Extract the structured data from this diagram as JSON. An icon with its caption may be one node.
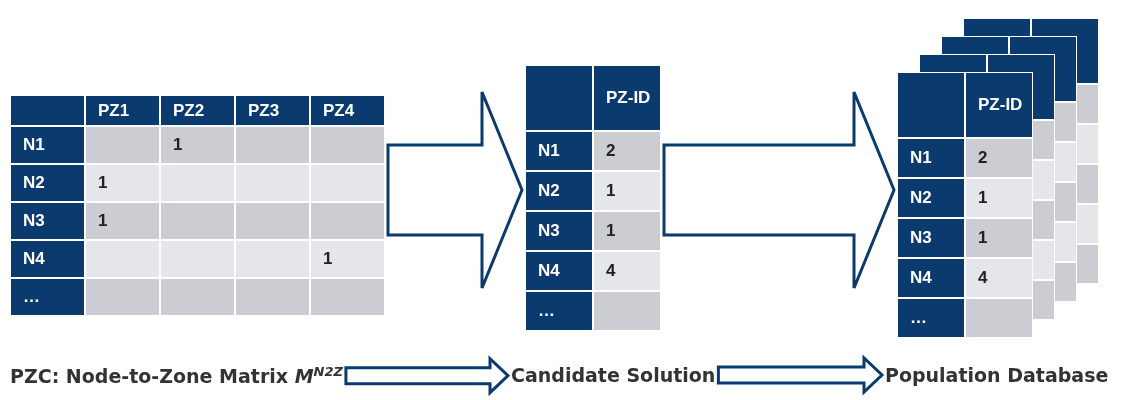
{
  "diagram": {
    "nodes": [
      {
        "text": [
          "PZ1",
          "PZ2",
          "PZ3",
          "PZ4",
          "N1",
          "1",
          "N2",
          "1",
          "N3",
          "1",
          "N4",
          "1",
          "…"
        ]
      },
      {
        "text": [
          "PZ-ID",
          "N1",
          "2",
          "N2",
          "1",
          "N3",
          "1",
          "N4",
          "4",
          "…"
        ]
      },
      {
        "text": [
          "PZ-ID",
          "N1",
          "2",
          "N2",
          "1",
          "N3",
          "1",
          "N4",
          "4",
          "…"
        ]
      },
      {
        "text": [
          "PZC: Node-to-Zone Matrix *M*$^{N2Z}$"
        ]
      },
      {
        "text": [
          "Candidate Solution"
        ]
      },
      {
        "text": [
          "Population Database"
        ]
      }
    ],
    "edges": [
      {
        "from": 0,
        "to": 1,
        "arrow": "to"
      },
      {
        "from": 1,
        "to": 2,
        "arrow": "to"
      },
      {
        "from": 3,
        "to": 4,
        "arrow": "to"
      },
      {
        "from": 4,
        "to": 5,
        "arrow": "to"
      }
    ]
  }
}
